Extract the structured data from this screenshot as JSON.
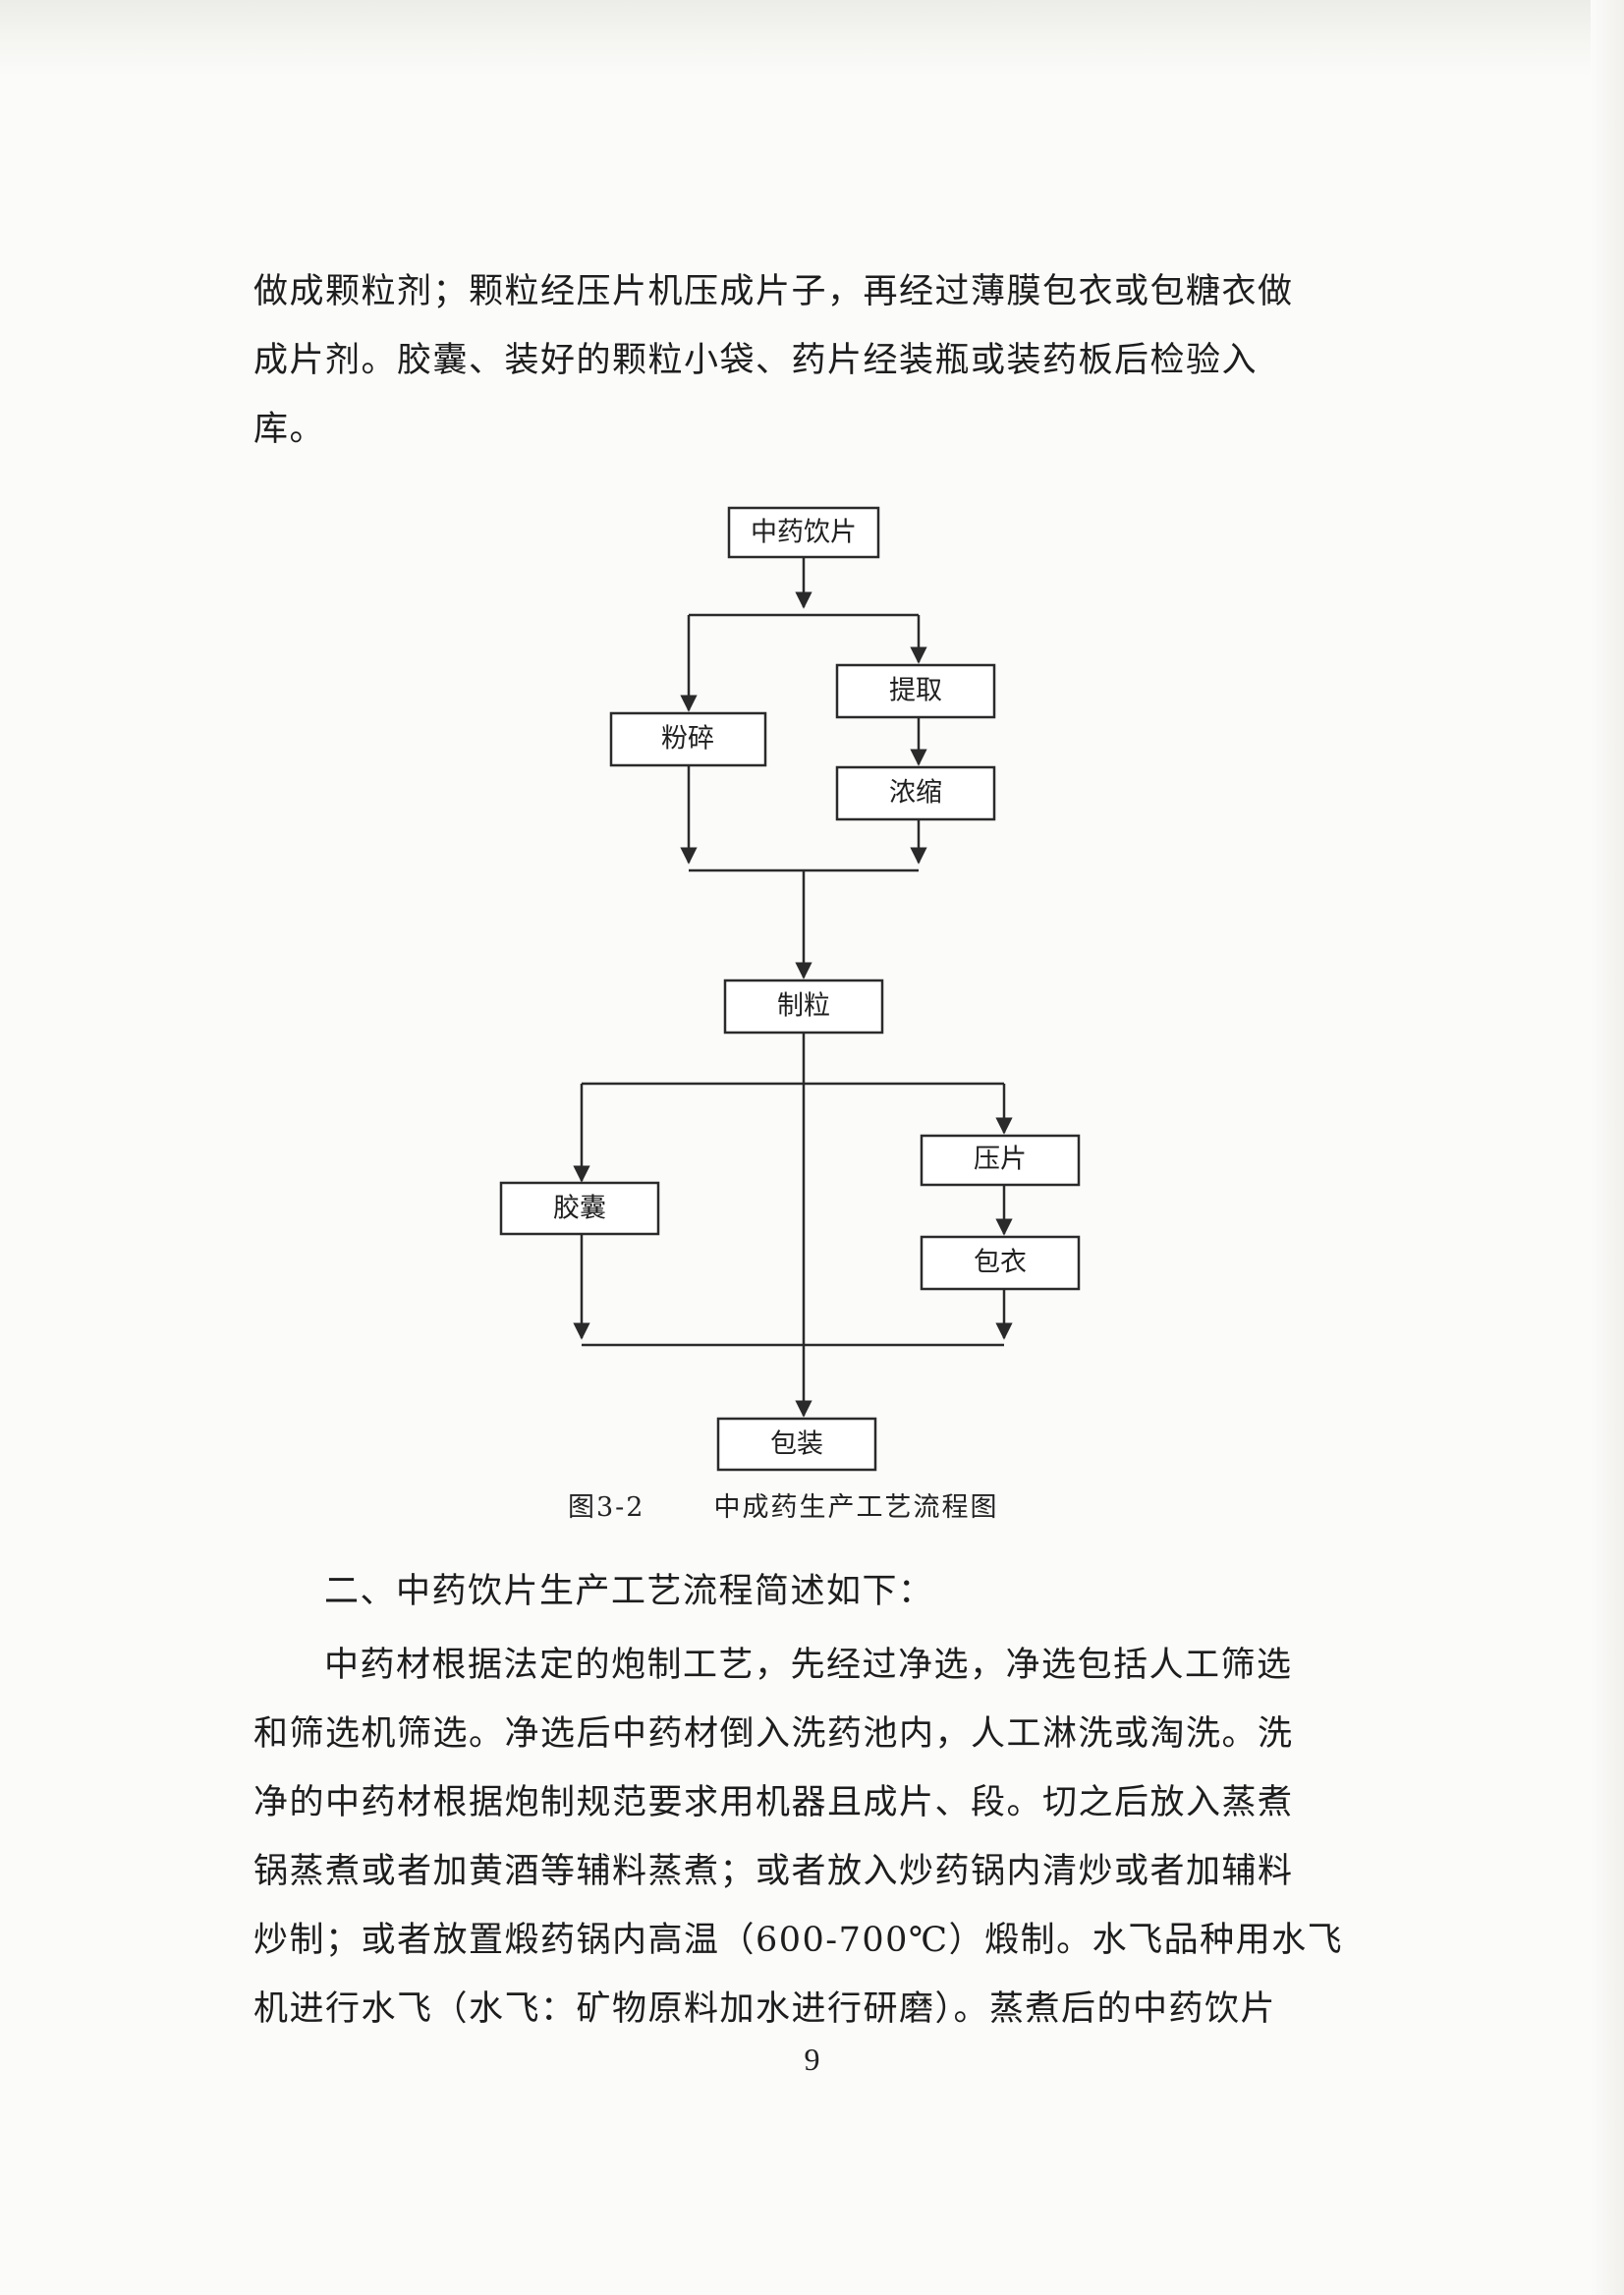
{
  "paragraph_1": [
    "做成颗粒剂；颗粒经压片机压成片子，再经过薄膜包衣或包糖衣做",
    "成片剂。胶囊、装好的颗粒小袋、药片经装瓶或装药板后检验入",
    "库。"
  ],
  "flowchart": {
    "nodes": {
      "decoction_pieces": "中药饮片",
      "extraction": "提取",
      "crushing": "粉碎",
      "concentration": "浓缩",
      "granulation": "制粒",
      "tableting": "压片",
      "capsule": "胶囊",
      "coating": "包衣",
      "packaging": "包装"
    },
    "caption_number": "图3-2",
    "caption_title": "中成药生产工艺流程图"
  },
  "section_heading": "二、中药饮片生产工艺流程简述如下：",
  "paragraph_2": [
    "中药材根据法定的炮制工艺，先经过净选，净选包括人工筛选",
    "和筛选机筛选。净选后中药材倒入洗药池内，人工淋洗或淘洗。洗",
    "净的中药材根据炮制规范要求用机器且成片、段。切之后放入蒸煮",
    "锅蒸煮或者加黄酒等辅料蒸煮；或者放入炒药锅内清炒或者加辅料",
    "炒制；或者放置煅药锅内高温（600-700℃）煅制。水飞品种用水飞",
    "机进行水飞（水飞：矿物原料加水进行研磨）。蒸煮后的中药饮片"
  ],
  "page_number": "9"
}
